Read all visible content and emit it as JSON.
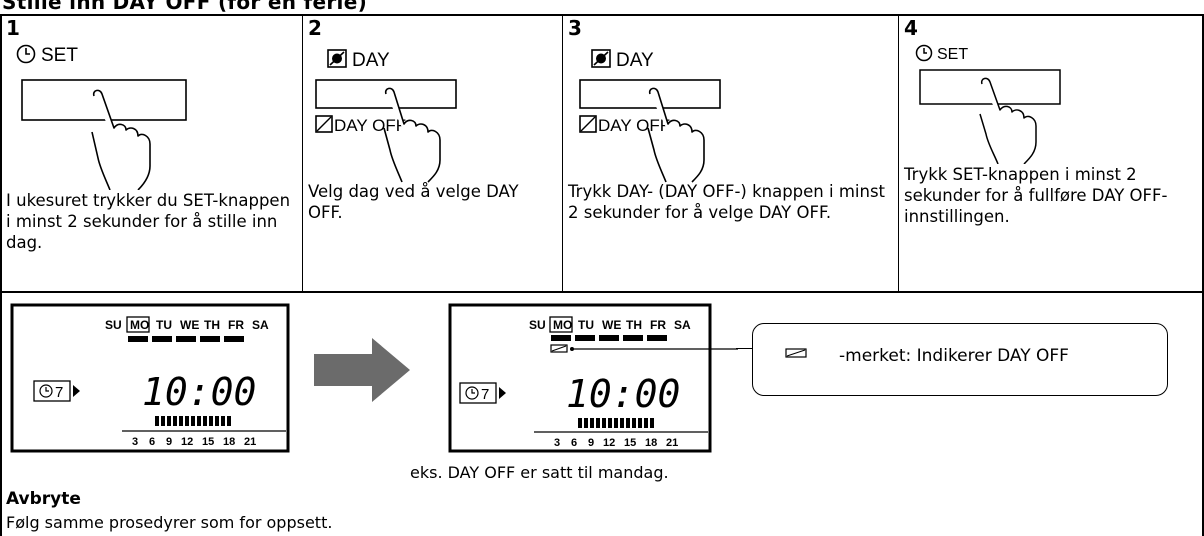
{
  "title": "Stille inn DAY OFF (for en ferie)",
  "steps": [
    {
      "num": "1",
      "button_label": "SET",
      "text": "I ukesuret trykker du SET-knappen i minst 2 sekunder for å stille inn dag."
    },
    {
      "num": "2",
      "button_label": "DAY",
      "sub_label": "DAY OFF",
      "text": "Velg dag ved å velge DAY OFF."
    },
    {
      "num": "3",
      "button_label": "DAY",
      "sub_label": "DAY OFF",
      "text": "Trykk DAY- (DAY OFF-) knappen i minst 2 sekunder for å velge DAY OFF."
    },
    {
      "num": "4",
      "button_label": "SET",
      "text": "Trykk SET-knappen i minst 2 sekunder for å fullføre DAY OFF-innstillingen."
    }
  ],
  "display": {
    "days": [
      "SU",
      "MO",
      "TU",
      "WE",
      "TH",
      "FR",
      "SA"
    ],
    "time": "10:00",
    "program": "7",
    "hours": [
      "3",
      "6",
      "9",
      "12",
      "15",
      "18",
      "21"
    ]
  },
  "callout_text": "-merket: Indikerer DAY OFF",
  "caption": "eks. DAY OFF er satt til mandag.",
  "cancel_heading": "Avbryte",
  "cancel_text": "Følg samme prosedyrer som for oppsett."
}
